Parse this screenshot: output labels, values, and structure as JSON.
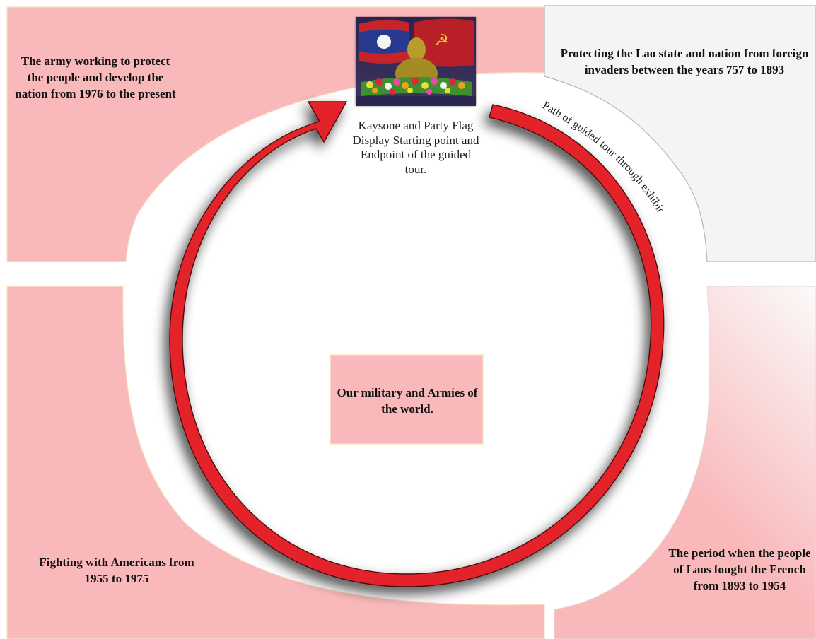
{
  "quadrants": {
    "top_left": "The army working to protect the people and develop the nation from 1976 to the present",
    "top_right": "Protecting the Lao state and nation from foreign invaders between the years 757 to 1893",
    "bottom_left": "Fighting with Americans from 1955 to 1975",
    "bottom_right": "The period when the people of Laos fought the French from 1893 to 1954"
  },
  "center": {
    "label": "Our military and Armies of the world."
  },
  "start_point": {
    "label": "Kaysone and Party Flag Display Starting point and Endpoint of the guided tour."
  },
  "path": {
    "label": "Path of guided tour through exhibit"
  },
  "colors": {
    "pink": "#f9b9bb",
    "grey": "#f4f4f4",
    "arrow_red": "#e4232a"
  }
}
